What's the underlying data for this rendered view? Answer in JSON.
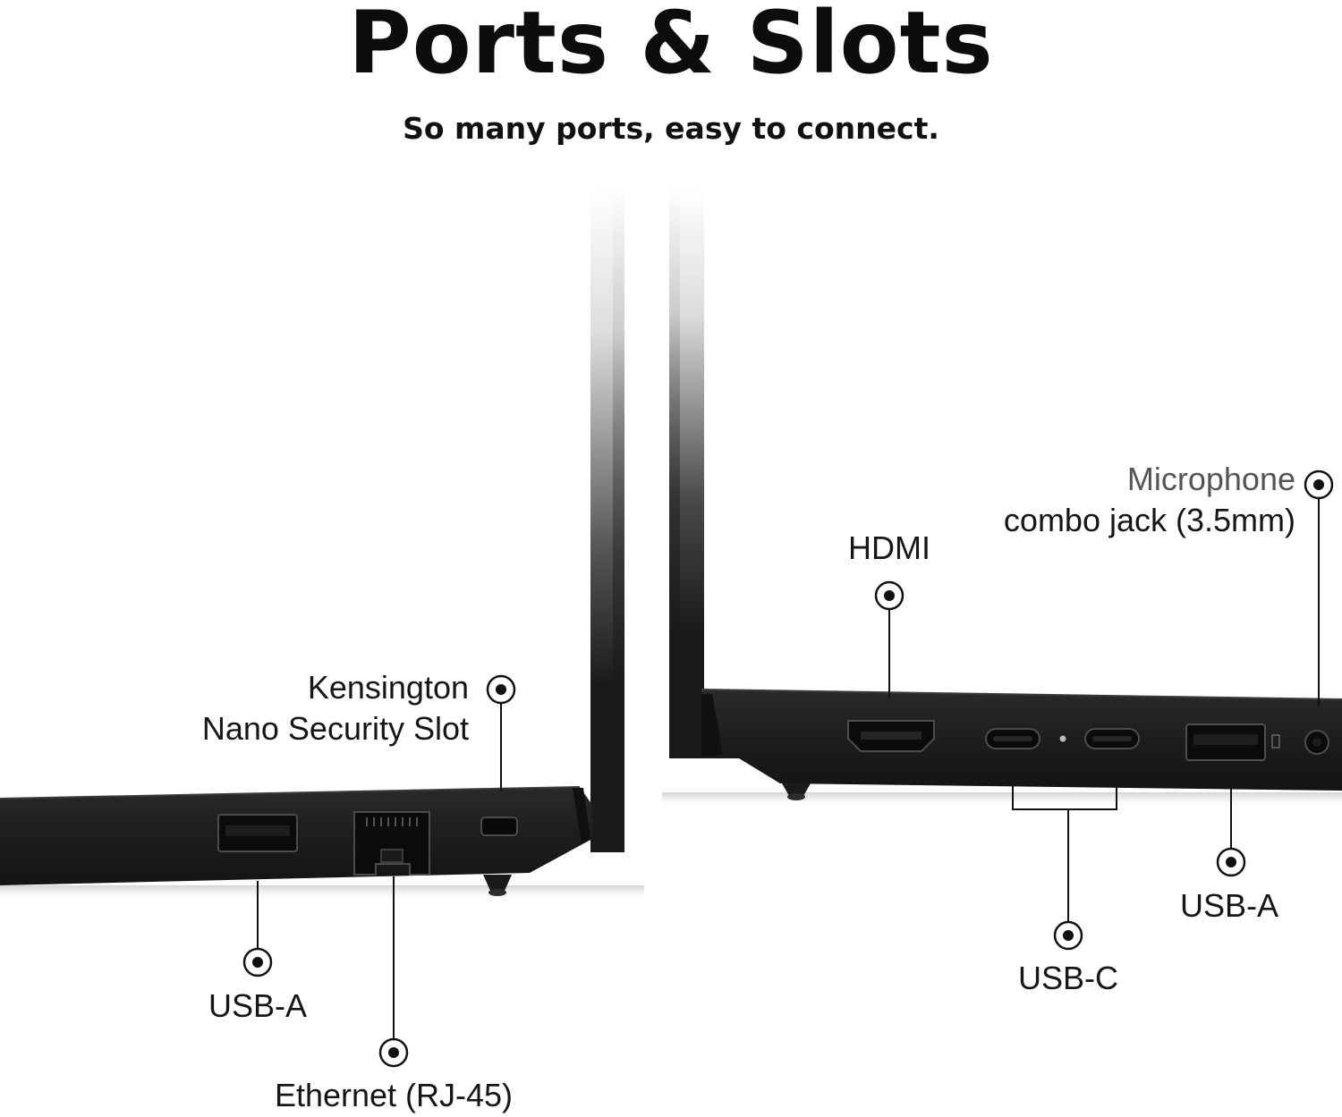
{
  "header": {
    "title": "Ports & Slots",
    "subtitle": "So many ports, easy to connect."
  },
  "left_side": {
    "kensington": {
      "line1": "Kensington",
      "line2": "Nano Security Slot"
    },
    "usb_a": "USB-A",
    "ethernet": "Ethernet (RJ-45)"
  },
  "right_side": {
    "hdmi": "HDMI",
    "microphone": {
      "line1": "Microphone",
      "line2": "combo jack (3.5mm)"
    },
    "usb_c": "USB-C",
    "usb_a": "USB-A"
  },
  "colors": {
    "laptop_body": "#1e1e1e",
    "laptop_edge": "#0c0c0c",
    "callout": "#111111",
    "text": "#161616"
  }
}
